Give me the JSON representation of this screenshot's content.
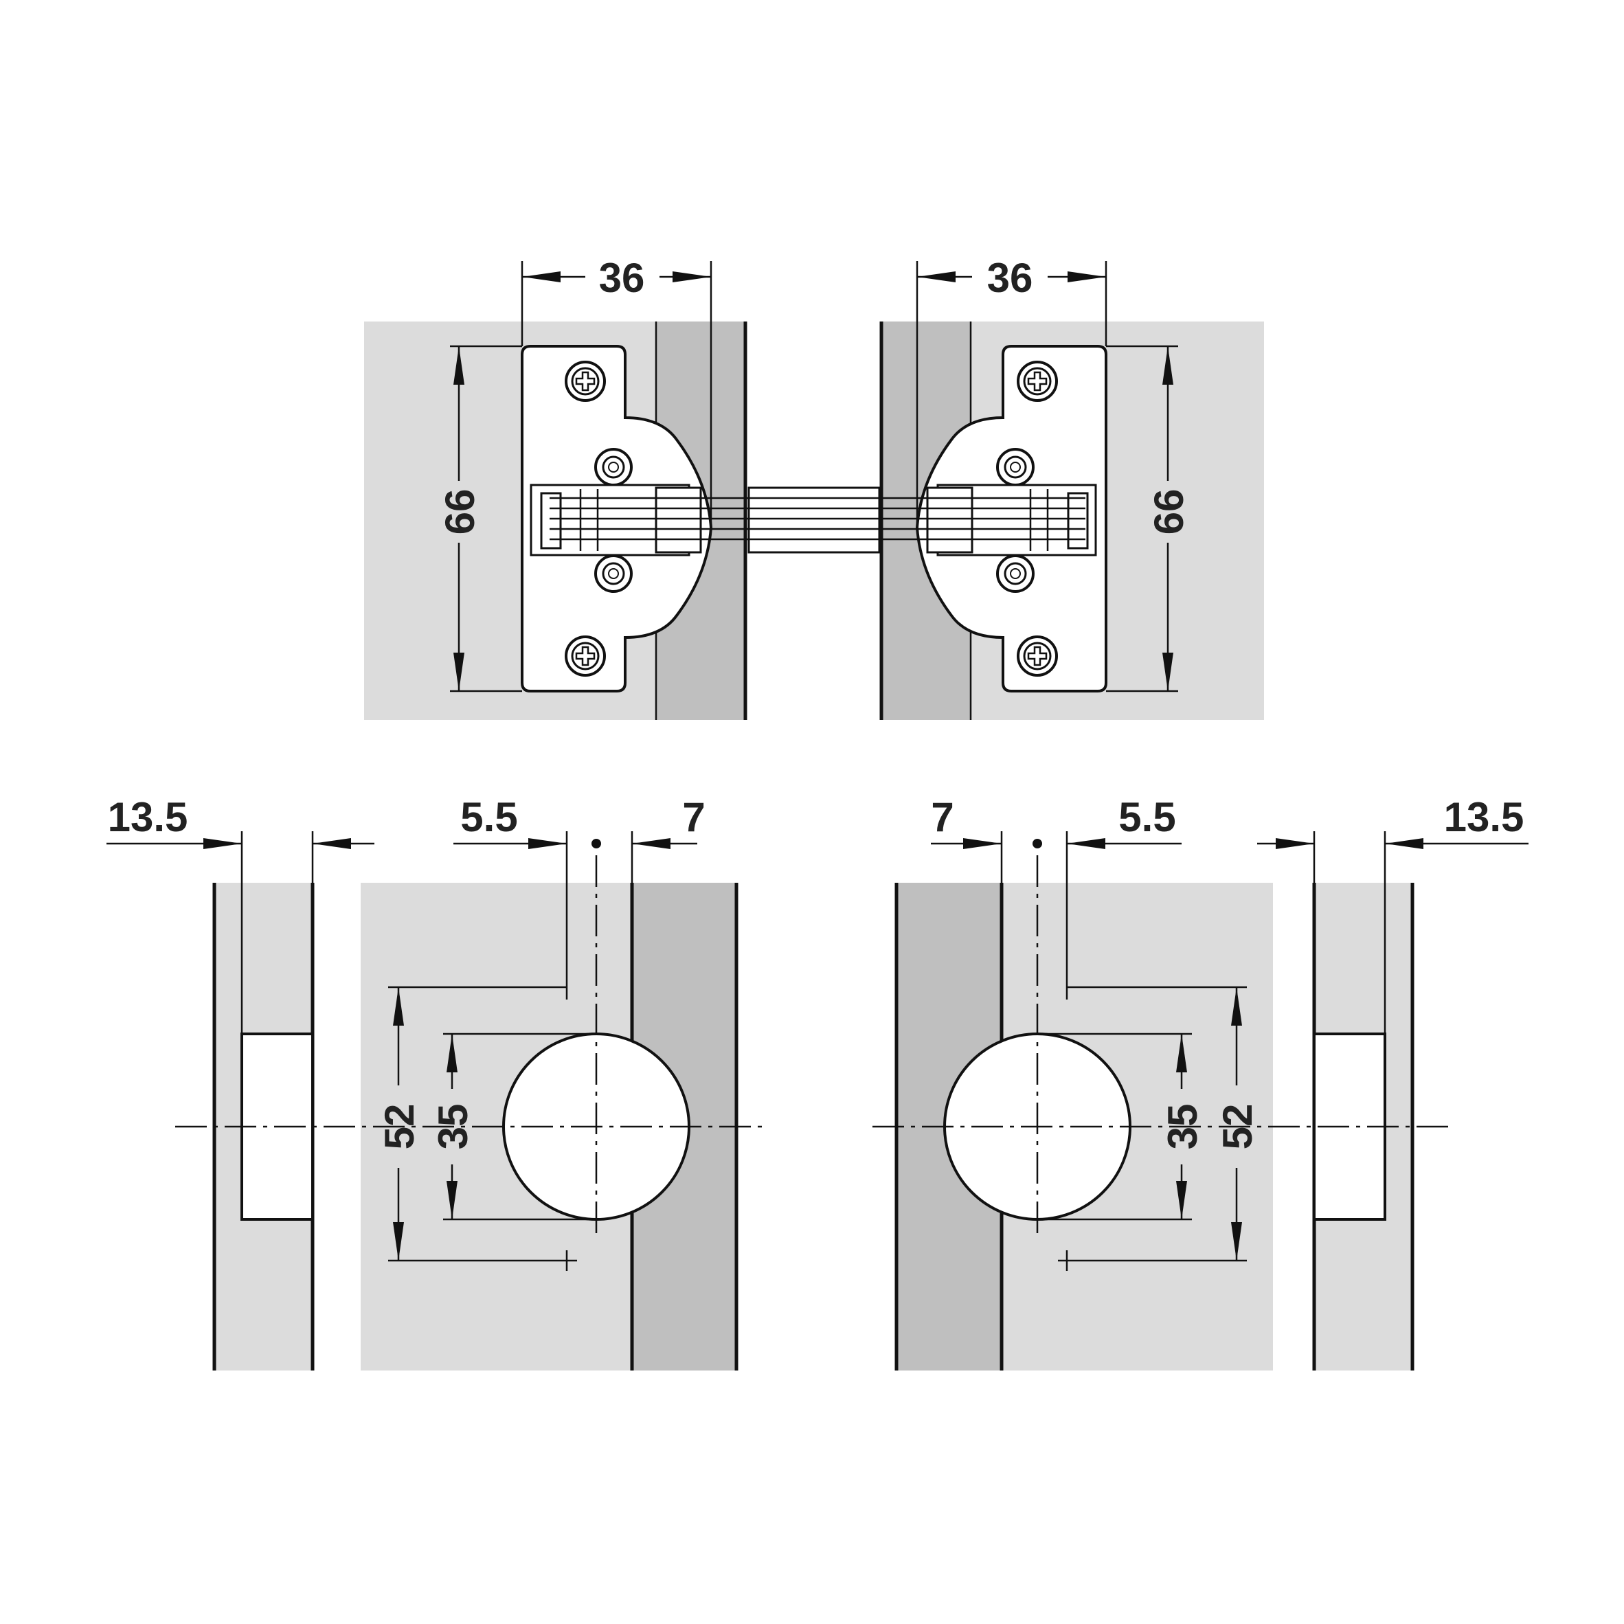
{
  "dimensions": {
    "top_left_width": "36",
    "top_right_width": "36",
    "top_left_height": "66",
    "top_right_height": "66",
    "bottom_left_offset": "13.5",
    "bottom_left_inner": "5.5",
    "bottom_left_edge": "7",
    "bottom_left_outer_height": "52",
    "bottom_left_hole_diameter": "35",
    "bottom_right_edge": "7",
    "bottom_right_inner": "5.5",
    "bottom_right_offset": "13.5",
    "bottom_right_hole_diameter": "35",
    "bottom_right_outer_height": "52"
  }
}
